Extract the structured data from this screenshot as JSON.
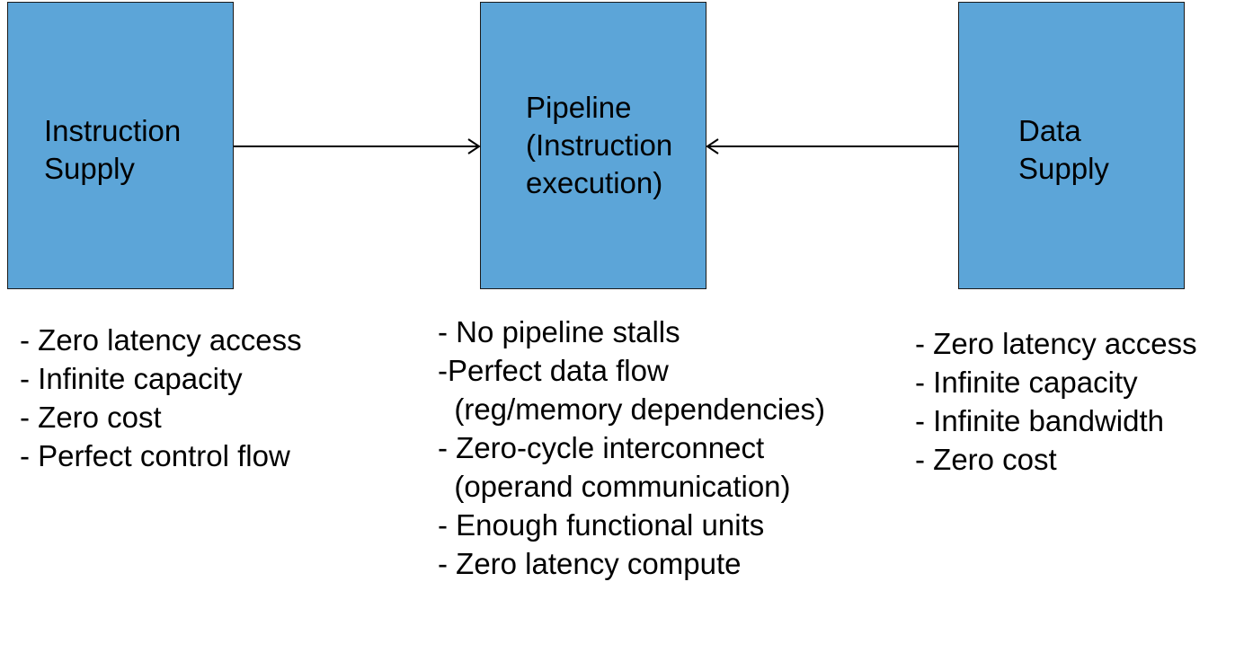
{
  "boxes": {
    "instruction": {
      "lines": [
        "Instruction",
        "Supply"
      ]
    },
    "pipeline": {
      "lines": [
        "Pipeline",
        "(Instruction",
        "execution)"
      ]
    },
    "data": {
      "lines": [
        "Data",
        "Supply"
      ]
    }
  },
  "lists": {
    "instruction": [
      "- Zero latency access",
      "- Infinite capacity",
      "- Zero cost",
      "- Perfect control flow"
    ],
    "pipeline": [
      "- No pipeline stalls",
      "-Perfect data flow",
      "  (reg/memory dependencies)",
      "- Zero-cycle interconnect",
      "  (operand communication)",
      "- Enough functional units",
      "- Zero latency compute"
    ],
    "data": [
      "- Zero latency access",
      "- Infinite capacity",
      "- Infinite bandwidth",
      "- Zero cost"
    ]
  },
  "colors": {
    "box_fill": "#5ca5d8",
    "box_border": "#1a1a1a",
    "text": "#000000"
  }
}
